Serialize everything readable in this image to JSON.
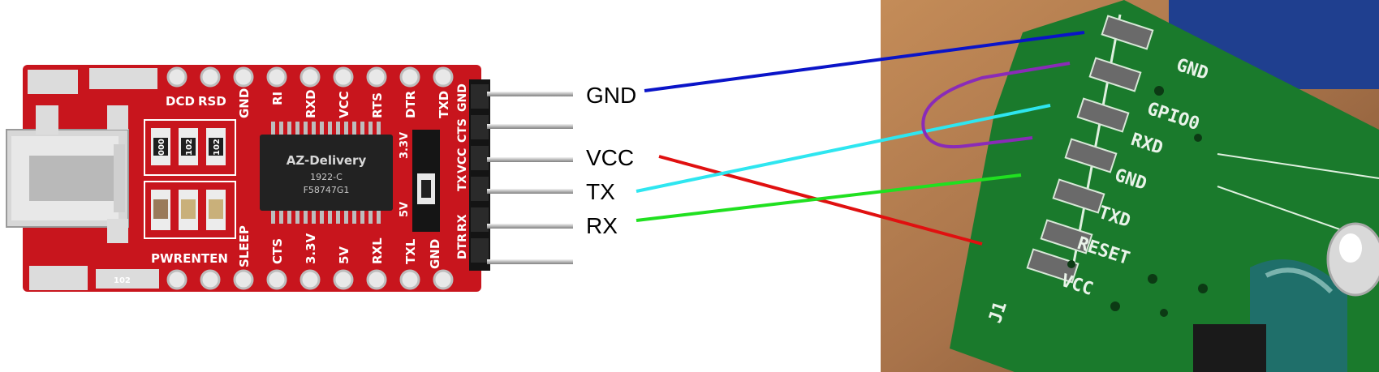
{
  "ftdi": {
    "chip_brand": "AZ-Delivery",
    "chip_code1": "1922-C",
    "chip_code2": "F58747G1",
    "top_labels": [
      "DCD",
      "RSD",
      "GND",
      "RI",
      "RXD",
      "VCC",
      "RTS",
      "DTR",
      "TXD"
    ],
    "bottom_labels": [
      "PWRENTEN",
      "SLEEP",
      "CTS",
      "3.3V",
      "5V",
      "RXL",
      "TXL",
      "GND"
    ],
    "pin_labels": [
      "GND",
      "CTS",
      "VCC",
      "TX",
      "RX",
      "DTR"
    ],
    "jumper_top": "3.3V",
    "jumper_bottom": "5V",
    "resistor_codes": [
      "000",
      "102",
      "102",
      "102"
    ],
    "colors": {
      "board": "#c8151d",
      "pad": "#e8e8e8",
      "chip": "#222222"
    }
  },
  "wiring": {
    "labels": [
      "GND",
      "VCC",
      "TX",
      "RX"
    ],
    "colors": {
      "GND": "#0a14c8",
      "VCC": "#e01010",
      "TX": "#2ee6f0",
      "RX": "#20e020",
      "loop": "#8a2bb8"
    }
  },
  "esp_board": {
    "labels": [
      "GND",
      "GPIO0",
      "RXD",
      "GND",
      "TXD",
      "RESET",
      "VCC"
    ],
    "ref": "J1",
    "colors": {
      "board": "#1a7a2c",
      "wood": "#b07a4a"
    }
  }
}
